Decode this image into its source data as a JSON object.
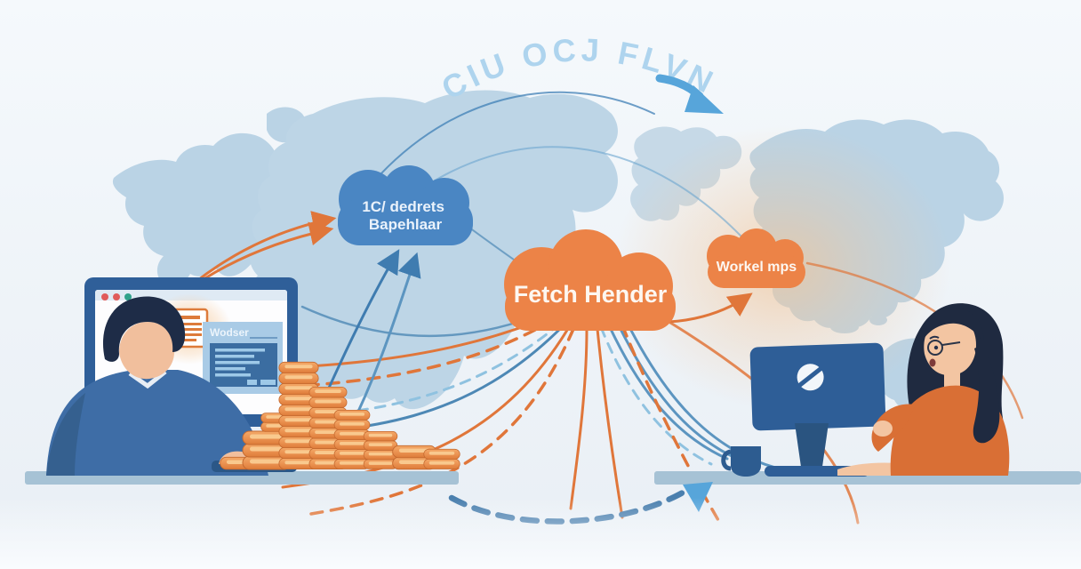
{
  "title": {
    "text": "CIU OCJ FLVN"
  },
  "clouds": {
    "blue": {
      "line1": "1C/ dedrets",
      "line2": "Bapehlaar"
    },
    "orange_main": {
      "label": "Fetch Hender"
    },
    "orange_small": {
      "label": "Workel mps"
    }
  },
  "left_monitor": {
    "panel_title": "Wodser"
  },
  "colors": {
    "title_blue": "#aed4ee",
    "arrow_blue": "#57a5da",
    "cloud_blue": "#4a86c3",
    "cloud_orange": "#ec8347",
    "map_land": "#bad3e5",
    "flow_orange": "#e0763a",
    "flow_blue": "#4d88b5",
    "flow_blue_light": "#8fc2e0",
    "desk": "#a6c2d5",
    "coin": "#e8914f"
  }
}
